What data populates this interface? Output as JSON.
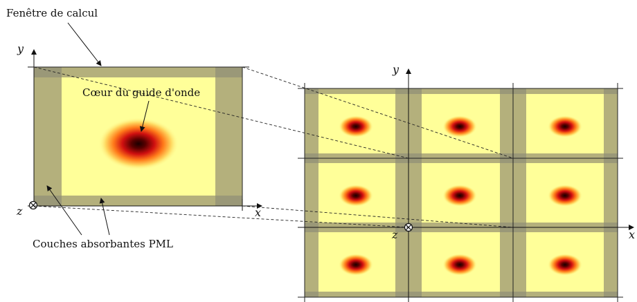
{
  "labels": {
    "window": "Fenêtre de calcul",
    "core": "Cœur du guide d'onde",
    "pml": "Couches absorbantes PML"
  },
  "axes": {
    "x": "x",
    "y": "y",
    "z": "z"
  },
  "colors": {
    "background_field": "#ffff99",
    "pml": "#b4b07c",
    "pml_corner": "#9a9878",
    "core_center": "#1a0000",
    "core_mid": "#d01010",
    "core_outer": "#ff9a1a"
  },
  "tiling": {
    "rows": 3,
    "columns": 3
  }
}
